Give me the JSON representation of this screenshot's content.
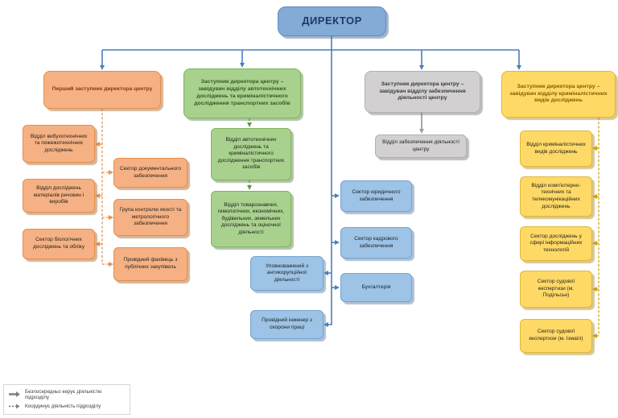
{
  "director": "ДИРЕКТОР",
  "branches": {
    "first_deputy": {
      "head": "Перший заступник директора центру",
      "left": [
        "Відділ вибухотехнічних та пожежотехнічних досліджень",
        "Відділ досліджень матеріалів речовин і виробів",
        "Сектор біологічних досліджень та обліку"
      ],
      "right": [
        "Сектор документального забезпечення",
        "Група контролю якості та метрологічного забезпечення",
        "Провідний фахівець з публічних закупівель"
      ]
    },
    "transport_deputy": {
      "head": "Заступник директора центру – завідувач відділу автотехнічних досліджень та криміналістичного дослідження транспортних засобів",
      "units": [
        "Відділ автотехнічних досліджень та криміналістичного дослідження транспортних засобів",
        "Відділ товарознавчих, гемологічних, економічних, будівельних, земельних досліджень та оціночної діяльності"
      ]
    },
    "support_deputy": {
      "head": "Заступник директора центру – завідувач відділу забезпечення діяльності центру",
      "units": [
        "Відділ забезпечення діяльності центру"
      ]
    },
    "central_units": {
      "units": [
        "Сектор юридичного забезпечення",
        "Сектор кадрового забезпечення",
        "Бухгалтерія",
        "Уповноважений з антикорупційної діяльності",
        "Провідний інженер з охорони праці"
      ]
    },
    "forensic_deputy": {
      "head": "Заступник директора центру – завідувач відділу криміналістичних видів досліджень",
      "units": [
        "Відділ криміналістичних видів досліджень",
        "Відділ комп'ютерно-технічних та телекомунікаційних досліджень",
        "Сектор досліджень у сфері інформаційних технологій",
        "Сектор судової експертизи (м. Подільськ)",
        "Сектор судової експертизи (м. Ізмаїл)"
      ]
    }
  },
  "legend": {
    "direct": "Безпосередньо керує діяльністю підрозділу",
    "coordinate": "Координує діяльність підрозділу"
  },
  "colors": {
    "director_fill": "#84abd6",
    "first_deputy_fill": "#f5b183",
    "transport_deputy_fill": "#a9d18e",
    "support_deputy_fill": "#d2d0d0",
    "central_units_fill": "#9dc3e6",
    "forensic_deputy_fill": "#ffd966",
    "connector_blue": "#4a7ebb",
    "connector_gray": "#9e9e9e",
    "connector_orange": "#e8914f",
    "connector_green": "#5e9c43",
    "connector_yellow": "#cfa30f"
  }
}
